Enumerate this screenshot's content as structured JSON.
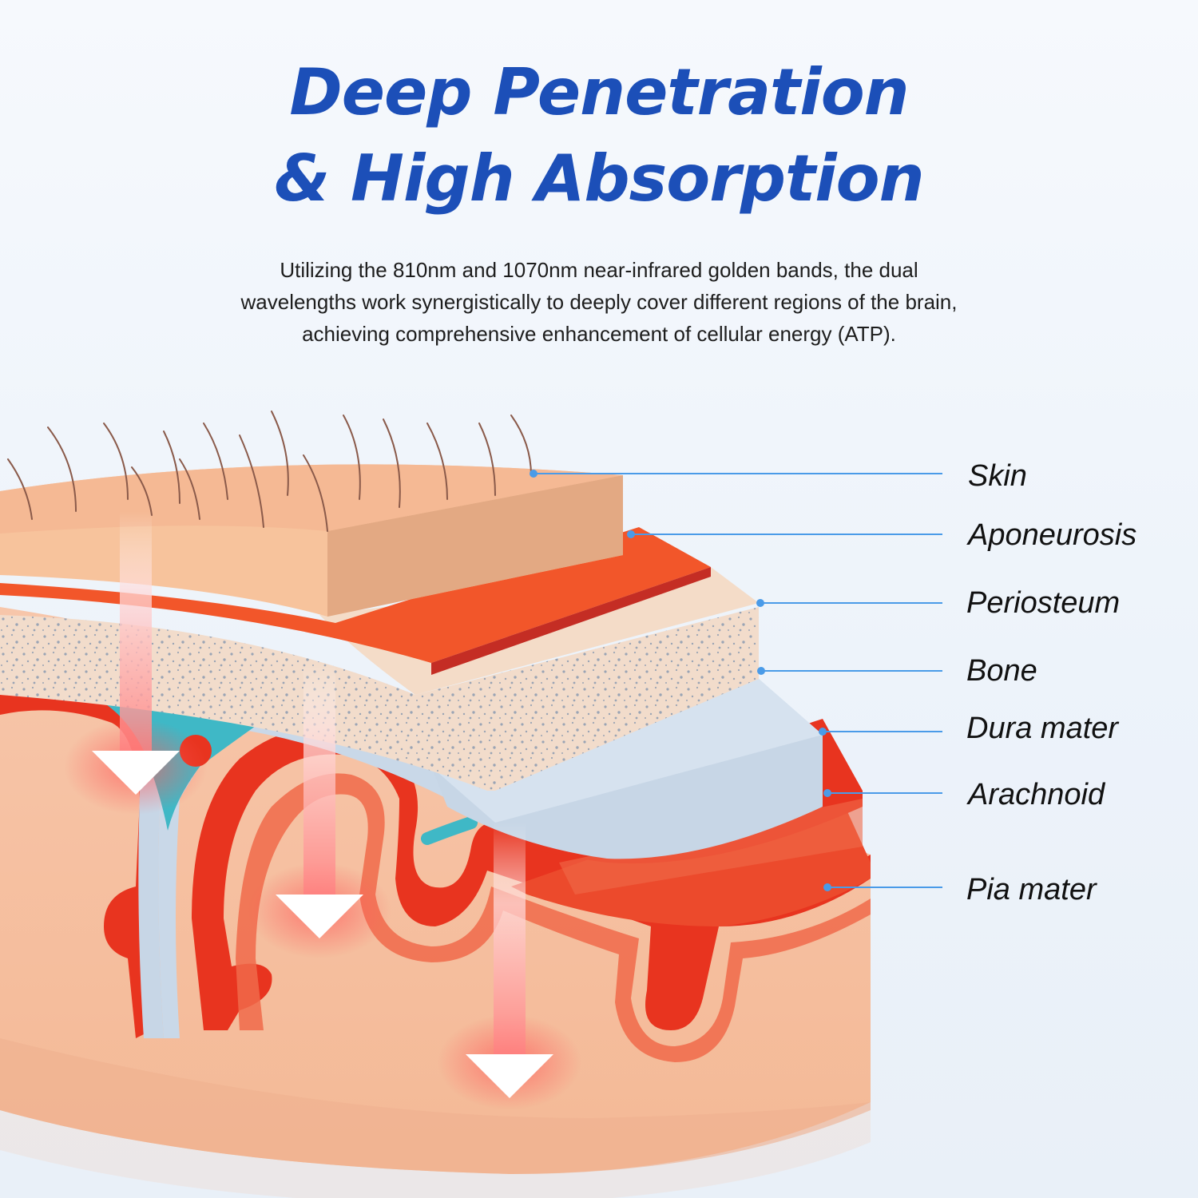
{
  "heading": {
    "line1": "Deep Penetration",
    "line2": "& High Absorption"
  },
  "description": [
    "Utilizing the 810nm and 1070nm near-infrared golden bands, the dual",
    "wavelengths work synergistically to deeply cover different regions of the brain,",
    "achieving comprehensive enhancement of cellular energy (ATP)."
  ],
  "layers": [
    {
      "label": "Skin"
    },
    {
      "label": "Aponeurosis"
    },
    {
      "label": "Periosteum"
    },
    {
      "label": "Bone"
    },
    {
      "label": "Dura mater"
    },
    {
      "label": "Arachnoid"
    },
    {
      "label": "Pia mater"
    }
  ],
  "colors": {
    "title": "#1c4fb8",
    "skin": "#f7c39c",
    "aponeurosis": "#f2562a",
    "periosteum": "#f3dcc8",
    "dura": "#c7d6e6",
    "arachnoid": "#e8341f",
    "brain": "#f6c3a8",
    "leader": "#4a9be8",
    "csf": "#3fb8c6"
  }
}
